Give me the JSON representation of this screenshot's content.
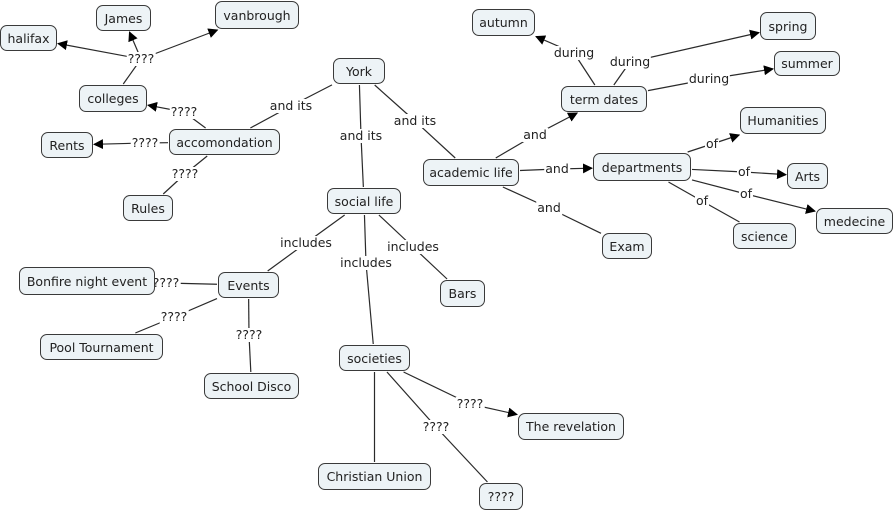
{
  "concept_map": {
    "concepts": [
      {
        "id": "york",
        "label": "York"
      },
      {
        "id": "accomondation",
        "label": "accomondation"
      },
      {
        "id": "colleges",
        "label": "colleges"
      },
      {
        "id": "halifax",
        "label": "halifax"
      },
      {
        "id": "james",
        "label": "James"
      },
      {
        "id": "vanbrough",
        "label": "vanbrough"
      },
      {
        "id": "rents",
        "label": "Rents"
      },
      {
        "id": "rules",
        "label": "Rules"
      },
      {
        "id": "social_life",
        "label": "social life"
      },
      {
        "id": "events",
        "label": "Events"
      },
      {
        "id": "bonfire",
        "label": "Bonfire night event"
      },
      {
        "id": "pool",
        "label": "Pool Tournament"
      },
      {
        "id": "disco",
        "label": "School Disco"
      },
      {
        "id": "bars",
        "label": "Bars"
      },
      {
        "id": "societies",
        "label": "societies"
      },
      {
        "id": "christian_union",
        "label": "Christian Union"
      },
      {
        "id": "revelation",
        "label": "The revelation"
      },
      {
        "id": "unknown_society",
        "label": "????"
      },
      {
        "id": "academic_life",
        "label": "academic life"
      },
      {
        "id": "term_dates",
        "label": "term dates"
      },
      {
        "id": "autumn",
        "label": "autumn"
      },
      {
        "id": "spring",
        "label": "spring"
      },
      {
        "id": "summer",
        "label": "summer"
      },
      {
        "id": "departments",
        "label": "departments"
      },
      {
        "id": "humanities",
        "label": "Humanities"
      },
      {
        "id": "arts",
        "label": "Arts"
      },
      {
        "id": "medecine",
        "label": "medecine"
      },
      {
        "id": "science",
        "label": "science"
      },
      {
        "id": "exam",
        "label": "Exam"
      }
    ],
    "links": [
      {
        "id": "l1",
        "label": "and its",
        "from": "york",
        "to": [
          "accomondation"
        ],
        "arrow": false
      },
      {
        "id": "l2",
        "label": "and its",
        "from": "york",
        "to": [
          "social_life"
        ],
        "arrow": false
      },
      {
        "id": "l3",
        "label": "and its",
        "from": "york",
        "to": [
          "academic_life"
        ],
        "arrow": false
      },
      {
        "id": "l4",
        "label": "????",
        "from": "accomondation",
        "to": [
          "colleges"
        ],
        "arrow": true
      },
      {
        "id": "l5",
        "label": "????",
        "from": "colleges",
        "to": [
          "halifax",
          "james",
          "vanbrough"
        ],
        "arrow": true
      },
      {
        "id": "l6",
        "label": "????",
        "from": "accomondation",
        "to": [
          "rents"
        ],
        "arrow": true
      },
      {
        "id": "l7",
        "label": "????",
        "from": "accomondation",
        "to": [
          "rules"
        ],
        "arrow": false
      },
      {
        "id": "l8",
        "label": "includes",
        "from": "social_life",
        "to": [
          "events"
        ],
        "arrow": false
      },
      {
        "id": "l9",
        "label": "includes",
        "from": "social_life",
        "to": [
          "societies"
        ],
        "arrow": false
      },
      {
        "id": "l10",
        "label": "includes",
        "from": "social_life",
        "to": [
          "bars"
        ],
        "arrow": false
      },
      {
        "id": "l11",
        "label": "????",
        "from": "events",
        "to": [
          "bonfire"
        ],
        "arrow": false
      },
      {
        "id": "l12",
        "label": "????",
        "from": "events",
        "to": [
          "pool"
        ],
        "arrow": false
      },
      {
        "id": "l13",
        "label": "????",
        "from": "events",
        "to": [
          "disco"
        ],
        "arrow": false
      },
      {
        "id": "l14",
        "label": "????",
        "from": "societies",
        "to": [
          "revelation"
        ],
        "arrow": true
      },
      {
        "id": "l15",
        "label": "????",
        "from": "societies",
        "to": [
          "unknown_society"
        ],
        "arrow": false
      },
      {
        "id": "l16",
        "label": "",
        "from": "societies",
        "to": [
          "christian_union"
        ],
        "arrow": false
      },
      {
        "id": "l17",
        "label": "and",
        "from": "academic_life",
        "to": [
          "term_dates"
        ],
        "arrow": true
      },
      {
        "id": "l18",
        "label": "and",
        "from": "academic_life",
        "to": [
          "departments"
        ],
        "arrow": true
      },
      {
        "id": "l19",
        "label": "and",
        "from": "academic_life",
        "to": [
          "exam"
        ],
        "arrow": false
      },
      {
        "id": "l20",
        "label": "during",
        "from": "term_dates",
        "to": [
          "autumn"
        ],
        "arrow": true
      },
      {
        "id": "l21",
        "label": "during",
        "from": "term_dates",
        "to": [
          "spring"
        ],
        "arrow": true
      },
      {
        "id": "l22",
        "label": "during",
        "from": "term_dates",
        "to": [
          "summer"
        ],
        "arrow": true
      },
      {
        "id": "l23",
        "label": "of",
        "from": "departments",
        "to": [
          "humanities"
        ],
        "arrow": true
      },
      {
        "id": "l24",
        "label": "of",
        "from": "departments",
        "to": [
          "arts"
        ],
        "arrow": true
      },
      {
        "id": "l25",
        "label": "of",
        "from": "departments",
        "to": [
          "medecine"
        ],
        "arrow": true
      },
      {
        "id": "l26",
        "label": "of",
        "from": "departments",
        "to": [
          "science"
        ],
        "arrow": false
      }
    ]
  }
}
